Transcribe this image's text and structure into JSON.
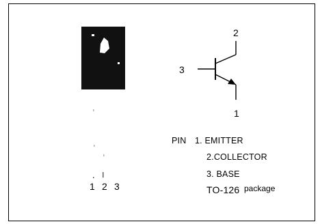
{
  "diagram": {
    "package_pins": [
      "1",
      "2",
      "3"
    ],
    "transistor_pins": {
      "collector": "2",
      "base": "3",
      "emitter": "1"
    },
    "legend": {
      "prefix": "PIN",
      "items": [
        "1. EMITTER",
        "2.COLLECTOR",
        "3. BASE"
      ]
    },
    "package": {
      "name": "TO-126",
      "suffix": "package"
    }
  }
}
